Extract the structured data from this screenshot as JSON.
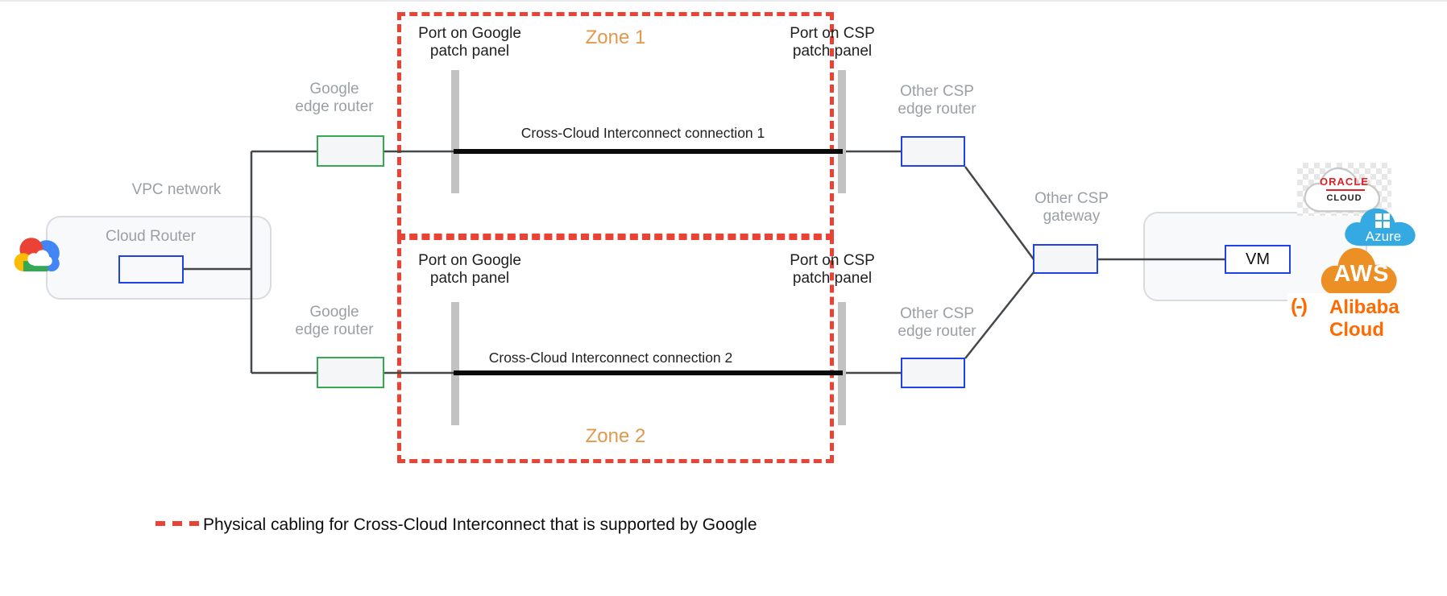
{
  "vpc": {
    "label": "VPC network",
    "cloud_router": "Cloud Router"
  },
  "google_edge_router": {
    "line1": "Google",
    "line2": "edge router"
  },
  "zones": {
    "zone1": "Zone 1",
    "zone2": "Zone 2"
  },
  "ports": {
    "google": {
      "line1": "Port on Google",
      "line2": "patch panel"
    },
    "csp": {
      "line1": "Port on CSP",
      "line2": "patch panel"
    }
  },
  "connections": {
    "conn1": "Cross-Cloud Interconnect connection 1",
    "conn2": "Cross-Cloud Interconnect connection 2"
  },
  "csp": {
    "edge_router": {
      "line1": "Other CSP",
      "line2": "edge router"
    },
    "gateway": {
      "line1": "Other CSP",
      "line2": "gateway"
    },
    "vm": "VM"
  },
  "providers": {
    "oracle_line1": "ORACLE",
    "oracle_line2": "CLOUD",
    "azure": "Azure",
    "aws": "AWS",
    "alibaba": "Alibaba Cloud",
    "alibaba_icon": "(-)"
  },
  "legend": "Physical cabling for Cross-Cloud Interconnect that is supported by Google",
  "colors": {
    "zone_border_red": "#EA4335",
    "zone_label_orange": "#E2984C",
    "google_green": "#34A853",
    "box_blue": "#2041E8",
    "gray_text": "#9AA0A6",
    "patch_panel_gray": "#C2C2C2",
    "azure_blue": "#35A9E1",
    "aws_orange": "#EC9025",
    "alibaba_orange": "#FF6A00",
    "oracle_red": "#E21F25"
  }
}
